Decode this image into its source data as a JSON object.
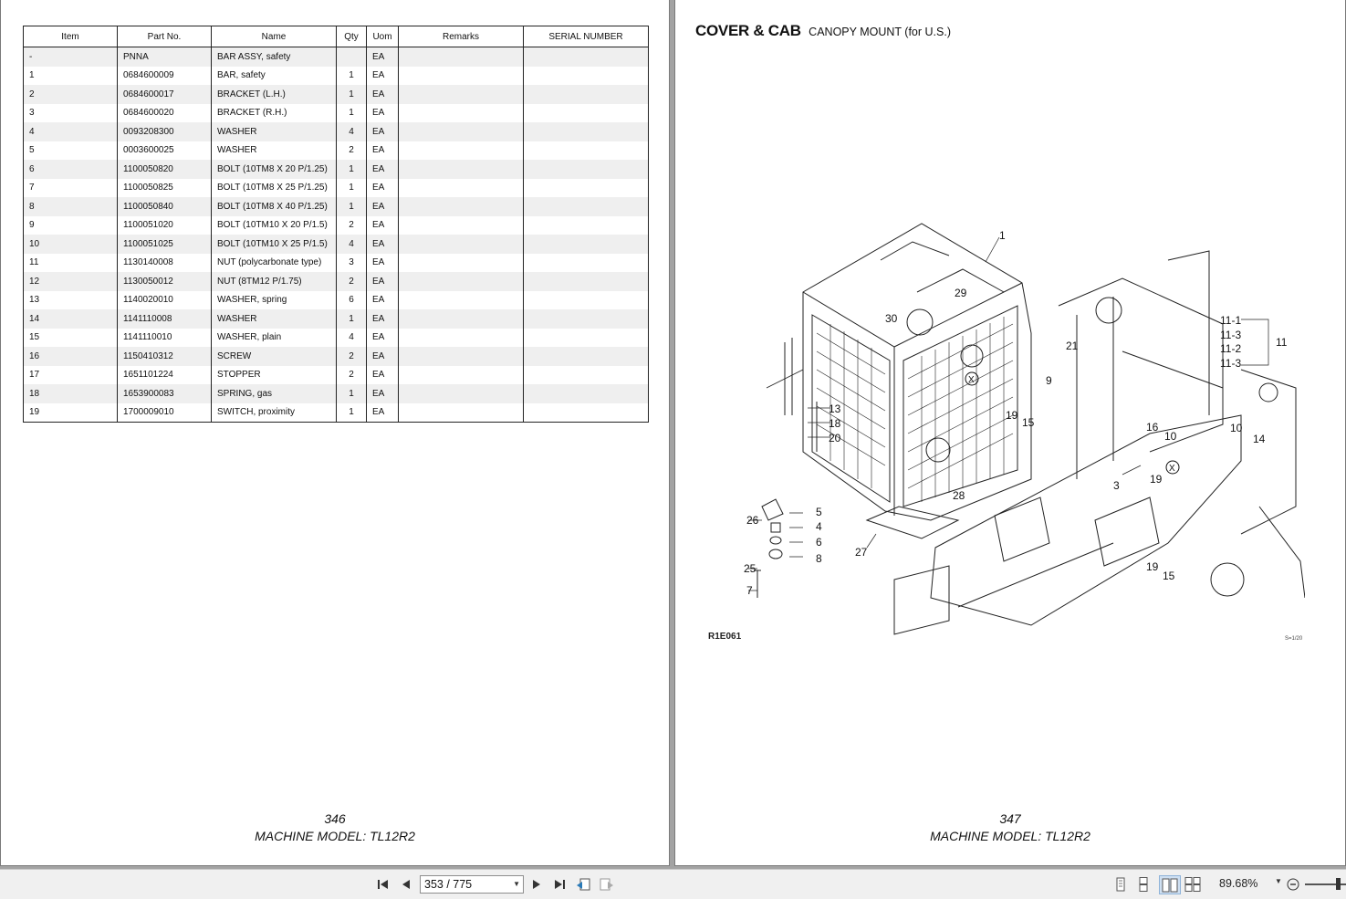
{
  "left_page": {
    "table": {
      "headers": [
        "Item",
        "Part No.",
        "Name",
        "Qty",
        "Uom",
        "Remarks",
        "SERIAL NUMBER"
      ],
      "rows": [
        [
          "-",
          "PNNA",
          "BAR ASSY, safety",
          "",
          "EA",
          "",
          ""
        ],
        [
          "1",
          "0684600009",
          "BAR, safety",
          "1",
          "EA",
          "",
          ""
        ],
        [
          "2",
          "0684600017",
          "BRACKET (L.H.)",
          "1",
          "EA",
          "",
          ""
        ],
        [
          "3",
          "0684600020",
          "BRACKET (R.H.)",
          "1",
          "EA",
          "",
          ""
        ],
        [
          "4",
          "0093208300",
          "WASHER",
          "4",
          "EA",
          "",
          ""
        ],
        [
          "5",
          "0003600025",
          "WASHER",
          "2",
          "EA",
          "",
          ""
        ],
        [
          "6",
          "1100050820",
          "BOLT (10TM8 X 20 P/1.25)",
          "1",
          "EA",
          "",
          ""
        ],
        [
          "7",
          "1100050825",
          "BOLT (10TM8 X 25 P/1.25)",
          "1",
          "EA",
          "",
          ""
        ],
        [
          "8",
          "1100050840",
          "BOLT (10TM8 X 40 P/1.25)",
          "1",
          "EA",
          "",
          ""
        ],
        [
          "9",
          "1100051020",
          "BOLT (10TM10 X 20 P/1.5)",
          "2",
          "EA",
          "",
          ""
        ],
        [
          "10",
          "1100051025",
          "BOLT (10TM10 X 25 P/1.5)",
          "4",
          "EA",
          "",
          ""
        ],
        [
          "11",
          "1130140008",
          "NUT (polycarbonate type)",
          "3",
          "EA",
          "",
          ""
        ],
        [
          "12",
          "1130050012",
          "NUT (8TM12 P/1.75)",
          "2",
          "EA",
          "",
          ""
        ],
        [
          "13",
          "1140020010",
          "WASHER, spring",
          "6",
          "EA",
          "",
          ""
        ],
        [
          "14",
          "1141110008",
          "WASHER",
          "1",
          "EA",
          "",
          ""
        ],
        [
          "15",
          "1141110010",
          "WASHER, plain",
          "4",
          "EA",
          "",
          ""
        ],
        [
          "16",
          "1150410312",
          "SCREW",
          "2",
          "EA",
          "",
          ""
        ],
        [
          "17",
          "1651101224",
          "STOPPER",
          "2",
          "EA",
          "",
          ""
        ],
        [
          "18",
          "1653900083",
          "SPRING, gas",
          "1",
          "EA",
          "",
          ""
        ],
        [
          "19",
          "1700009010",
          "SWITCH, proximity",
          "1",
          "EA",
          "",
          ""
        ]
      ]
    },
    "page_number": "346",
    "machine_model": "MACHINE MODEL: TL12R2"
  },
  "right_page": {
    "title": "COVER & CAB",
    "subtitle": "CANOPY MOUNT (for U.S.)",
    "figure_code": "R1E061",
    "figure_small": "S=1/20",
    "callouts": [
      "1",
      "29",
      "30",
      "21",
      "9",
      "19",
      "15",
      "16",
      "10",
      "14",
      "19",
      "3",
      "13",
      "18",
      "20",
      "28",
      "5",
      "4",
      "6",
      "8",
      "26",
      "25",
      "7",
      "27",
      "19",
      "15",
      "11-1",
      "11-3",
      "11-2",
      "11-3",
      "11",
      "10"
    ],
    "page_number": "347",
    "machine_model": "MACHINE MODEL: TL12R2"
  },
  "toolbar": {
    "page_indicator": "353 / 775",
    "zoom": "89.68%",
    "icons": [
      "first-page-icon",
      "prev-page-icon",
      "next-page-icon",
      "last-page-icon",
      "prev-view-icon",
      "next-view-icon",
      "single-page-icon",
      "continuous-icon",
      "facing-icon",
      "continuous-facing-icon",
      "zoom-out-icon"
    ]
  }
}
